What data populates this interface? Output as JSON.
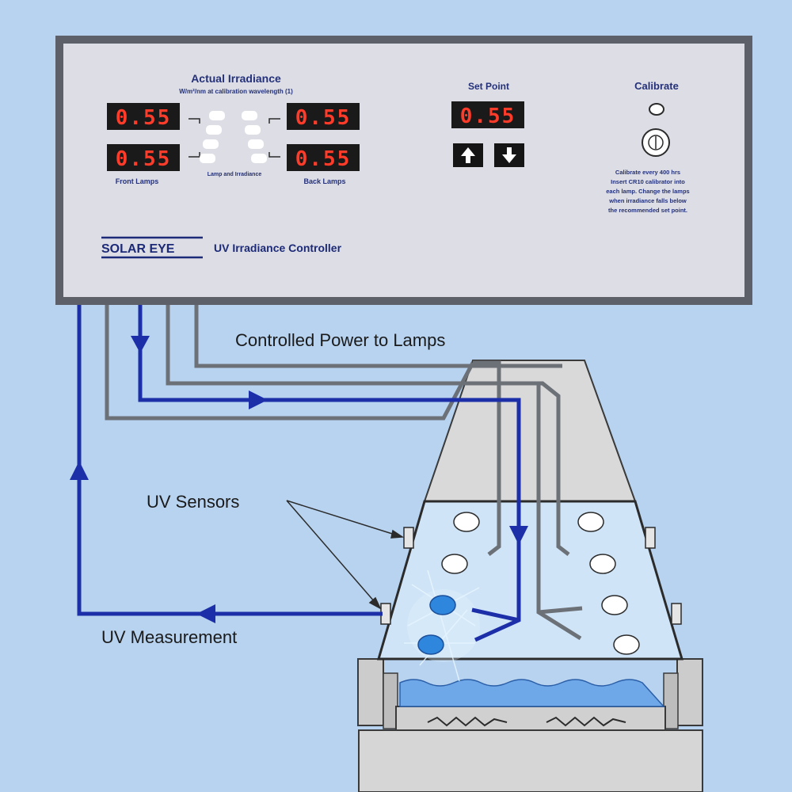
{
  "controller": {
    "actual_irradiance_title": "Actual Irradiance",
    "actual_irradiance_subtitle": "W/m²/nm at calibration wavelength (1)",
    "readouts": [
      "0.55",
      "0.55",
      "0.55",
      "0.55"
    ],
    "front_lamps_label": "Front Lamps",
    "back_lamps_label": "Back Lamps",
    "lamp_legend": "Lamp and Irradiance",
    "set_point_label": "Set Point",
    "set_point_value": "0.55",
    "calibrate_label": "Calibrate",
    "calibrate_note": [
      "Calibrate every 400 hrs",
      "Insert CR10 calibrator into",
      "each lamp. Change the lamps",
      "when irradiance falls below",
      "the recommended set point."
    ],
    "brand": "SOLAR EYE",
    "product_name": "UV Irradiance Controller"
  },
  "labels": {
    "power": "Controlled Power to Lamps",
    "sensors": "UV Sensors",
    "measurement": "UV Measurement"
  },
  "colors": {
    "background": "#b7d3f0",
    "panel": "#dcdde5",
    "led_digits": "#ff3b2a",
    "measurement_line": "#1c2fa8",
    "power_line": "#6c7077"
  },
  "icons": {
    "up": "arrow-up-icon",
    "down": "arrow-down-icon",
    "calibrate": "calibrate-knob-icon"
  }
}
